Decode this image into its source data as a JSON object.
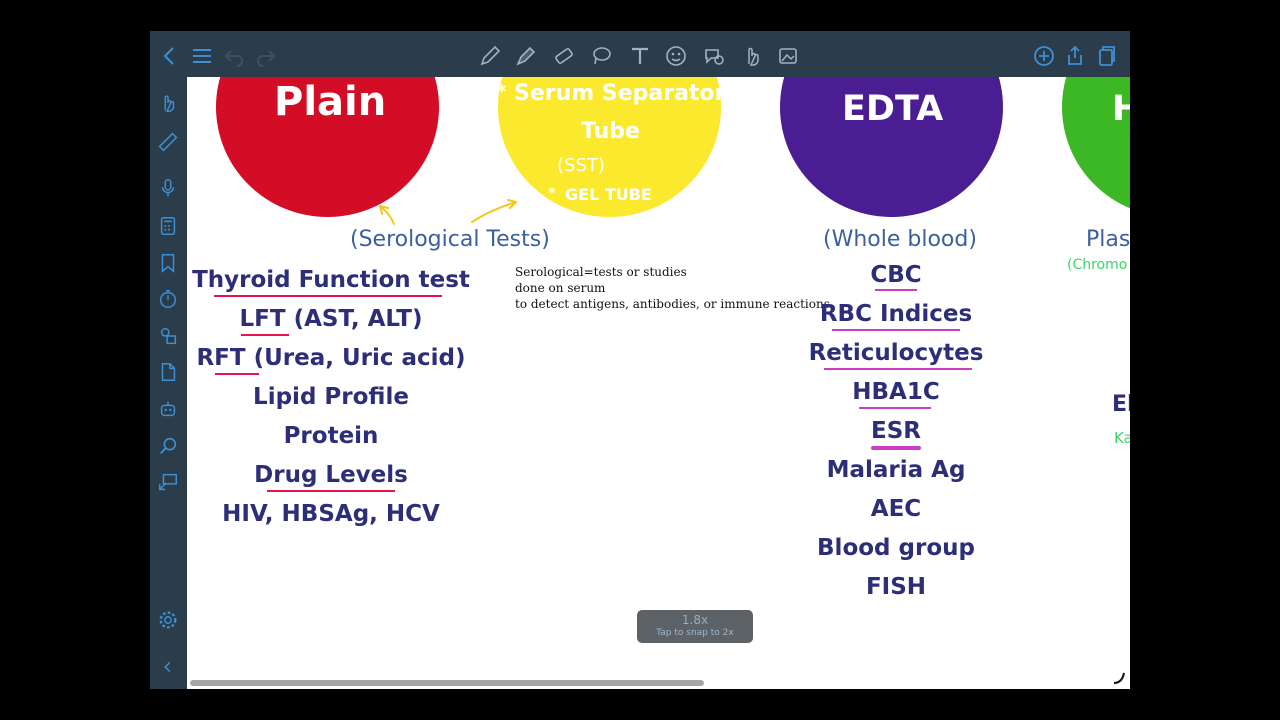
{
  "toolbar": {
    "icons": [
      "back-icon",
      "list-icon",
      "undo-icon",
      "redo-icon",
      "pen-icon",
      "highlighter-icon",
      "eraser-icon",
      "lasso-icon",
      "text-icon",
      "sticker-icon",
      "emoji-icon",
      "hand-icon",
      "image-icon",
      "add-icon",
      "share-icon",
      "pages-icon"
    ]
  },
  "sidebar": {
    "icons": [
      "finger-icon",
      "ruler-icon",
      "mic-icon",
      "calculator-icon",
      "bookmark-icon",
      "timer-icon",
      "shapes-icon",
      "document-icon",
      "robot-icon",
      "search-icon",
      "presentation-icon",
      "settings-icon",
      "collapse-icon"
    ]
  },
  "tubes": {
    "plain": {
      "label": "Plain",
      "color": "#d30d25"
    },
    "sst": {
      "line1": "Serum Separator",
      "line2": "Tube",
      "line3": "(SST)",
      "line4": "GEL TUBE",
      "star1": "*",
      "star2": "*",
      "color": "#fbe92d"
    },
    "edta": {
      "label": "EDTA",
      "color": "#4a1e92"
    },
    "heparin": {
      "label": "H",
      "color": "#3cb825"
    }
  },
  "serological": {
    "heading": "(Serological Tests)",
    "items": [
      "Thyroid Function test",
      "LFT (AST, ALT)",
      "RFT (Urea, Uric acid)",
      "Lipid Profile",
      "Protein",
      "Drug Levels",
      "HIV, HBSAg, HCV"
    ]
  },
  "note": {
    "line1": "Serological=tests or studies",
    "line2": "done on serum",
    "line3": "to detect antigens, antibodies, or immune reactions"
  },
  "whole_blood": {
    "heading": "(Whole blood)",
    "items": [
      "CBC",
      "RBC Indices",
      "Reticulocytes",
      "HBA1C",
      "ESR",
      "Malaria Ag",
      "AEC",
      "Blood group",
      "FISH"
    ]
  },
  "heparin_col": {
    "heading": "Plas",
    "sub": "(Chromo",
    "item": "El",
    "item_sub": "Ka"
  },
  "zoom": {
    "value": "1.8x",
    "hint": "Tap to snap to 2x"
  },
  "colors": {
    "chrome": "#2b3d4b",
    "icon": "#3d8fd6",
    "navy_ink": "#2c2f78",
    "blue_ink": "#3b5fa0",
    "red_underline": "#e8124f",
    "purple_underline": "#cc3ec8",
    "arrow_yellow": "#f2c81a"
  }
}
